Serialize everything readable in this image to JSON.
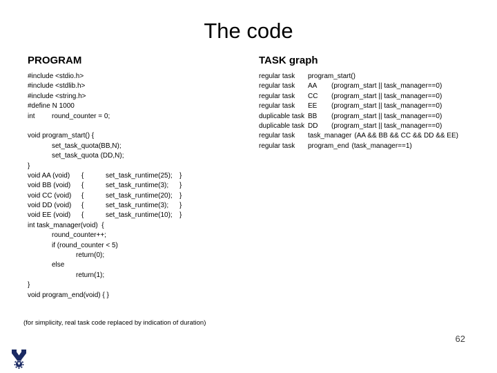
{
  "slide": {
    "title": "The code",
    "page_number": "62",
    "footnote": "(for simplicity, real task code replaced by indication of duration)",
    "logo_color": "#1b2a63"
  },
  "program": {
    "heading": "PROGRAM",
    "lines": [
      {
        "t": "#include <stdio.h>"
      },
      {
        "t": "#include <stdlib.h>"
      },
      {
        "t": "#include <string.h>"
      },
      {
        "t": "#define N 1000"
      },
      {
        "kw": "int",
        "rest": "round_counter = 0;"
      },
      {
        "t": ""
      },
      {
        "t": "void program_start() {"
      },
      {
        "t": "set_task_quota(BB,N);"
      },
      {
        "t": "set_task_quota (DD,N);"
      },
      {
        "t": "}"
      },
      {
        "c1": "void AA (void)",
        "c2": "{",
        "c3": "set_task_runtime(25);",
        "c4": "}"
      },
      {
        "c1": "void BB (void)",
        "c2": "{",
        "c3": "set_task_runtime(3);",
        "c4": "}"
      },
      {
        "c1": "void CC (void)",
        "c2": "{",
        "c3": "set_task_runtime(20);",
        "c4": "}"
      },
      {
        "c1": "void DD (void)",
        "c2": "{",
        "c3": "set_task_runtime(3);",
        "c4": "}"
      },
      {
        "c1": "void EE (void)",
        "c2": "{",
        "c3": "set_task_runtime(10);",
        "c4": "}"
      },
      {
        "t": "int task_manager(void)  {"
      },
      {
        "t": "round_counter++;"
      },
      {
        "t": "if (round_counter < 5)"
      },
      {
        "t": "return(0);"
      },
      {
        "t": "else"
      },
      {
        "t": "return(1);"
      },
      {
        "t": "}"
      },
      {
        "t": "void program_end(void) { }"
      }
    ]
  },
  "task_graph": {
    "heading": "TASK graph",
    "rows": [
      {
        "type": "regular task",
        "name": "program_start()",
        "cond": ""
      },
      {
        "type": "regular task",
        "name": "AA",
        "cond": "(program_start || task_manager==0)"
      },
      {
        "type": "regular task",
        "name": "CC",
        "cond": "(program_start || task_manager==0)"
      },
      {
        "type": "regular task",
        "name": "EE",
        "cond": "(program_start || task_manager==0)"
      },
      {
        "type": "duplicable task",
        "name": "BB",
        "cond": "(program_start || task_manager==0)"
      },
      {
        "type": "duplicable task",
        "name": "DD",
        "cond": "(program_start || task_manager==0)"
      },
      {
        "type": "regular task",
        "name": "task_manager",
        "cond": "(AA && BB && CC && DD && EE)"
      },
      {
        "type": "regular task",
        "name": "program_end",
        "cond": "(task_manager==1)"
      }
    ]
  }
}
